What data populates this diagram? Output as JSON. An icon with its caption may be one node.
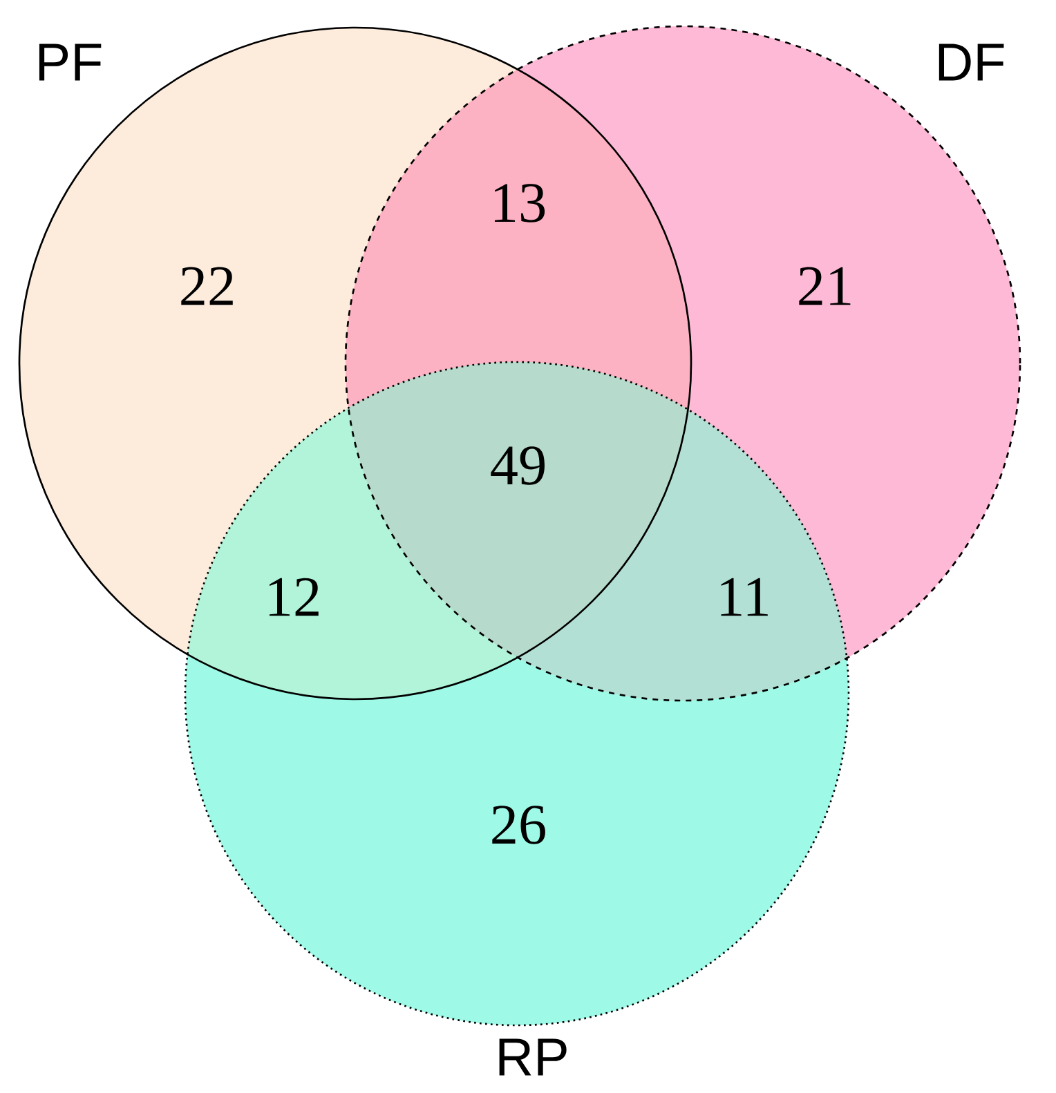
{
  "diagram": {
    "nodes": [
      {
        "text": [
          "PF"
        ]
      },
      {
        "text": [
          "DF"
        ]
      },
      {
        "text": [
          "RP"
        ]
      }
    ],
    "labels": [
      "22",
      "13",
      "21",
      "49",
      "12",
      "11",
      "26"
    ]
  }
}
